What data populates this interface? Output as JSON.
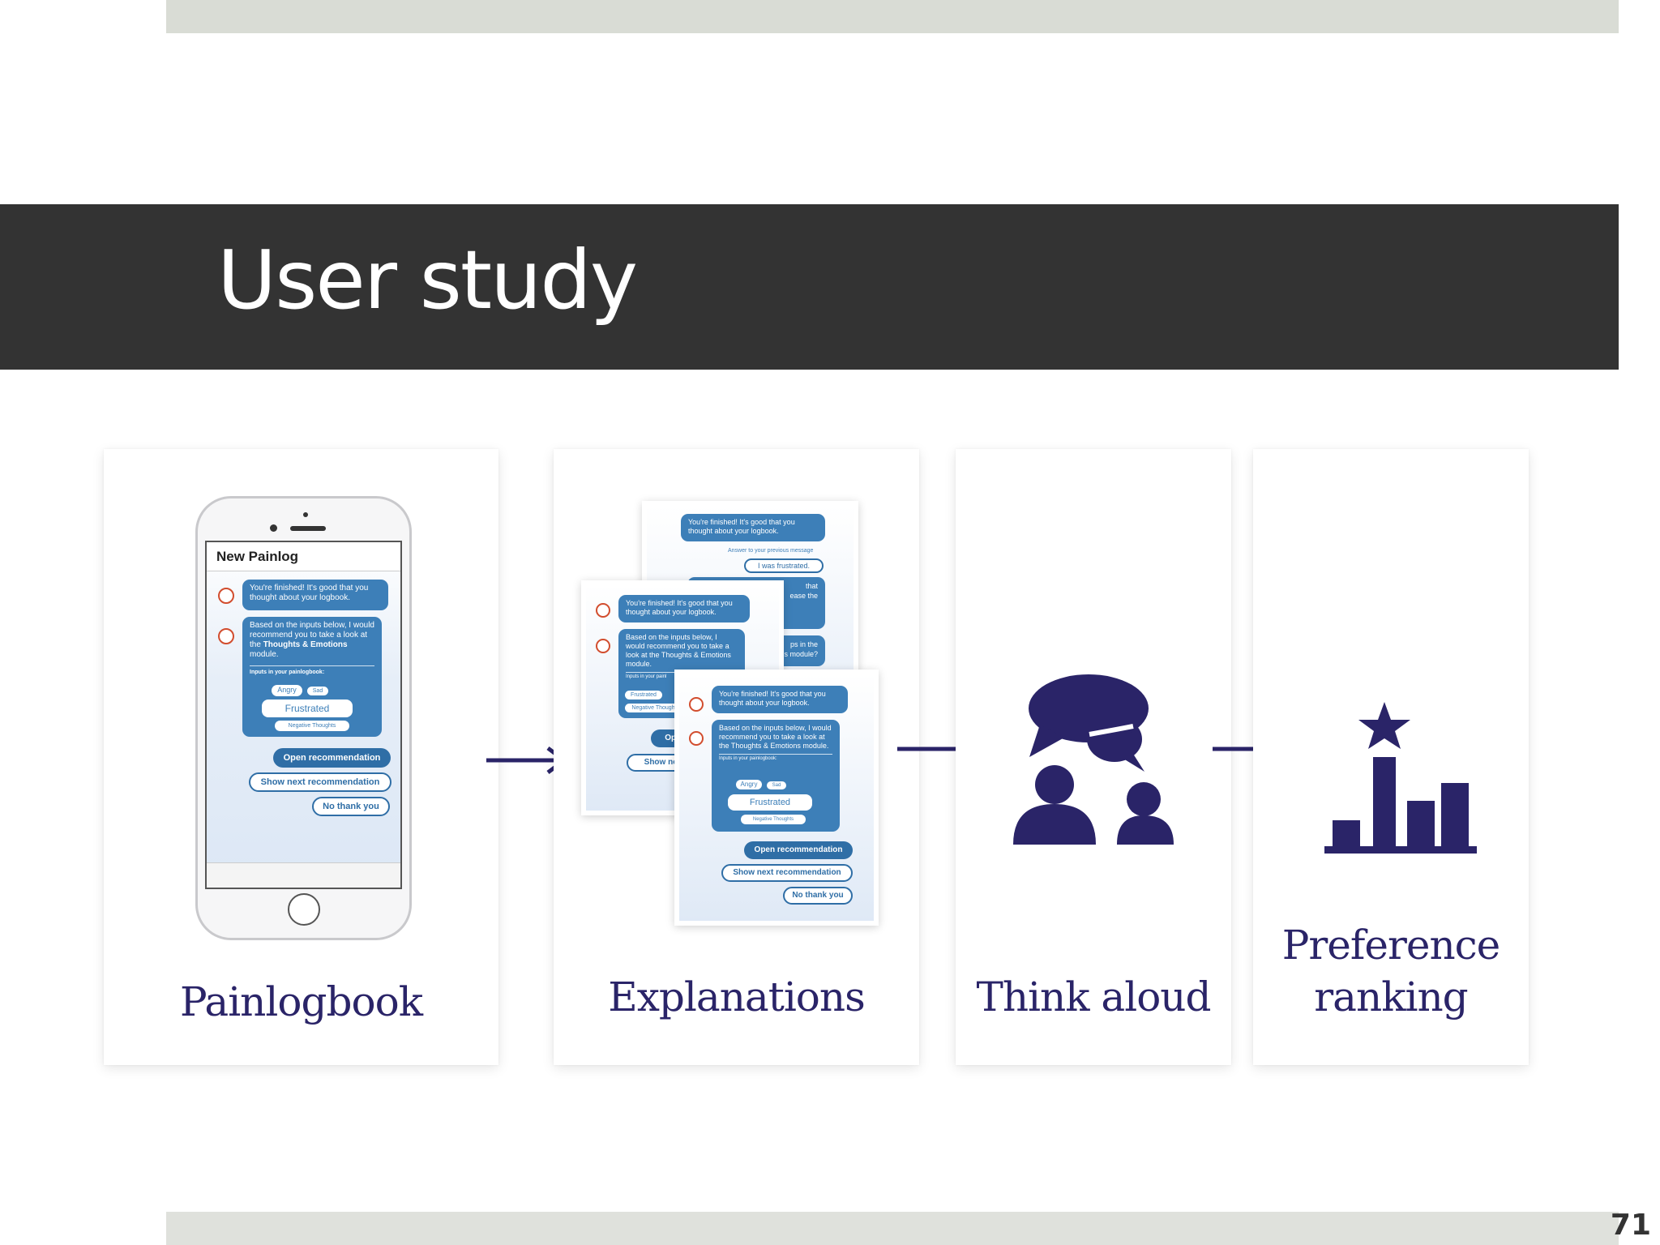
{
  "slide": {
    "title": "User study",
    "page_number": "71"
  },
  "steps": [
    {
      "label": "Painlogbook"
    },
    {
      "label": "Explanations"
    },
    {
      "label": "Think aloud"
    },
    {
      "label_line1": "Preference",
      "label_line2": "ranking"
    }
  ],
  "phone": {
    "header": "New Painlog",
    "msg1": "You're finished! It's good that you thought about your logbook.",
    "msg2_pre": "Based on the inputs below, I would recommend you to take a look at the ",
    "msg2_bold1": "Thoughts & Emotions",
    "msg2_post": " module.",
    "inputs_label": "Inputs in your painlogbook:",
    "chip_angry": "Angry",
    "chip_sad": "Sad",
    "chip_frustrated": "Frustrated",
    "chip_negative": "Negative Thoughts",
    "btn_open": "Open recommendation",
    "btn_next": "Show next recommendation",
    "btn_no": "No thank you"
  },
  "cards": {
    "back_msg1": "You're finished! It's good that you thought about your logbook.",
    "back_answer_label": "Answer to your previous message",
    "back_answer": "I was frustrated.",
    "back_frag1": "that",
    "back_frag2": "ease the",
    "back_frag3": "ps in the",
    "back_frag4": "s module?",
    "mid_msg1": "You're finished! It's good that you thought about your logbook.",
    "mid_msg2": "Based on the inputs below, I would recommend you to take a look at the Thoughts & Emotions module.",
    "mid_inputs": "Inputs in your painl",
    "mid_chip1": "Frustrated",
    "mid_chip2": "Negative Though",
    "mid_btn1": "Open",
    "mid_btn2": "Show nex",
    "front_msg1": "You're finished! It's good that you thought about your logbook.",
    "front_msg2": "Based on the inputs below, I would recommend you to take a look at the Thoughts & Emotions module.",
    "front_inputs": "Inputs in your painlogbook:",
    "front_chip_angry": "Angry",
    "front_chip_sad": "Sad",
    "front_chip_frustrated": "Frustrated",
    "front_chip_negative": "Negative Thoughts",
    "front_btn_open": "Open recommendation",
    "front_btn_next": "Show next recommendation",
    "front_btn_no": "No thank you"
  },
  "colors": {
    "title_band": "#333333",
    "accent_navy": "#2a2468",
    "chat_blue": "#3d7fb8",
    "top_bar": "#d9dcd5"
  },
  "icons": [
    "right-arrow-icon",
    "chat-people-icon",
    "ranking-chart-icon"
  ]
}
